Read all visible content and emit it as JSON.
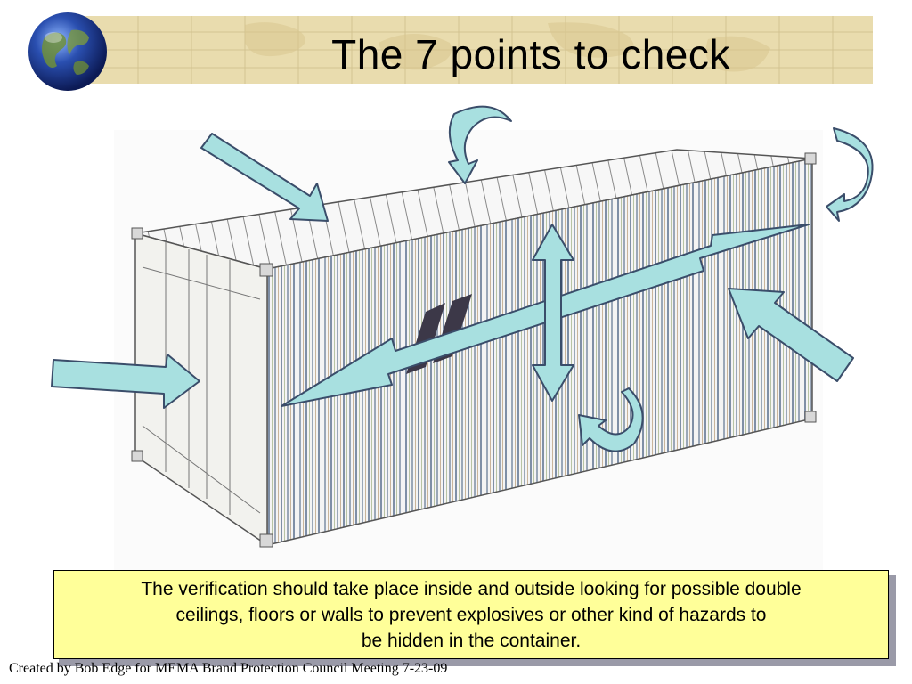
{
  "slide": {
    "title": "The 7 points to check",
    "caption_line1": "The verification should take place inside and outside looking for possible double",
    "caption_line2": "ceilings, floors or walls to prevent explosives or other kind of hazards to",
    "caption_line3": "be hidden in the container.",
    "footer": "Created by Bob Edge for MEMA Brand Protection Council Meeting 7-23-09"
  },
  "colors": {
    "header_band": "#e9dcae",
    "arrow_fill": "#a8e0e0",
    "caption_background": "#ffff99",
    "caption_shadow": "#9a9aa8"
  },
  "icons": [
    "globe-icon",
    "shipping-container-illustration",
    "arrow-icon",
    "curved-arrow-icon",
    "double-arrow-icon"
  ]
}
